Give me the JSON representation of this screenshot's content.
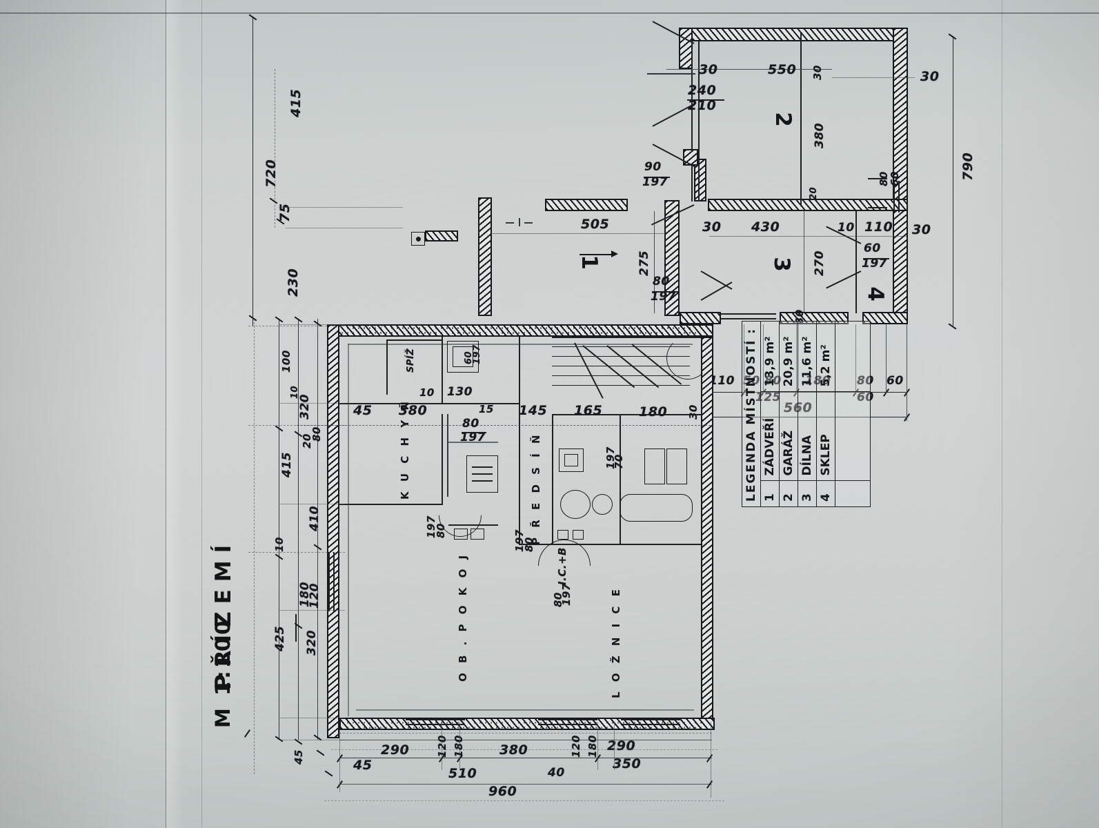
{
  "sheet": {
    "drawing_type": "architectural floor plan",
    "title": "PŘÍZEMÍ",
    "scale": "M 1:100",
    "paper_color": "#ced4d3",
    "ink_color": "#16191a"
  },
  "legend": {
    "title": "LEGENDA  MÍSTNOSTÍ :",
    "columns": [
      "no",
      "name",
      "area"
    ],
    "rows": [
      {
        "no": "1",
        "name": "ZÁDVEŘÍ",
        "area": "13,9 m²"
      },
      {
        "no": "2",
        "name": "GARÁŽ",
        "area": "20,9 m²"
      },
      {
        "no": "3",
        "name": "DÍLNA",
        "area": "11,6 m²"
      },
      {
        "no": "4",
        "name": "SKLEP",
        "area": "5,2 m²"
      }
    ]
  },
  "room_numbers": {
    "r1": "1",
    "r2": "2",
    "r3": "3",
    "r4": "4"
  },
  "room_labels": {
    "kuchyn": "K U C H Y Ň",
    "ob_pokoj": "O B .   P O K O J",
    "predsin": "P Ř E D S Í Ň",
    "loznice": "L O Ž N I C E",
    "wc_koupelna": "I.C.+B",
    "spiz": "SPÍŽ"
  },
  "dimensions": {
    "top_chain": [
      "30",
      "550",
      "30",
      "30"
    ],
    "top_door": {
      "width": "240",
      "height": "210"
    },
    "garage_depth": "380",
    "garage_sub": "20",
    "top_right_window": {
      "width": "80",
      "height": "60"
    },
    "right_total": "790",
    "mid_chain": [
      "505",
      "30",
      "430",
      "10",
      "110",
      "30"
    ],
    "room1_depth": "275",
    "room1_door": {
      "width": "80",
      "height": "197"
    },
    "room2_door": {
      "width": "90",
      "height": "197"
    },
    "room3_depth": "270",
    "room4_door": {
      "width": "60",
      "height": "197"
    },
    "bottom_right_chain": [
      "110",
      "50",
      "80",
      "180",
      "80",
      "60"
    ],
    "bottom_right_sub": [
      "125",
      "60"
    ],
    "bottom_right_total": "560",
    "left_outer": [
      "415",
      "720",
      "75",
      "230"
    ],
    "left_inner": [
      "100",
      "10",
      "320",
      "80",
      "20",
      "415",
      "410",
      "10",
      "180",
      "120",
      "425",
      "320",
      "45"
    ],
    "interior_chain": [
      "45",
      "380",
      "10",
      "130",
      "15",
      "145",
      "165",
      "180",
      "30"
    ],
    "interior_doors": [
      "80/197",
      "60/197",
      "70/197",
      "80/197",
      "80/197"
    ],
    "bottom_chain": [
      "45",
      "290",
      "120",
      "180",
      "510",
      "380",
      "40",
      "120",
      "180",
      "290",
      "350"
    ],
    "bottom_total": "960",
    "small_marks": [
      "80",
      "60",
      "70",
      "197",
      "30",
      "20"
    ]
  }
}
